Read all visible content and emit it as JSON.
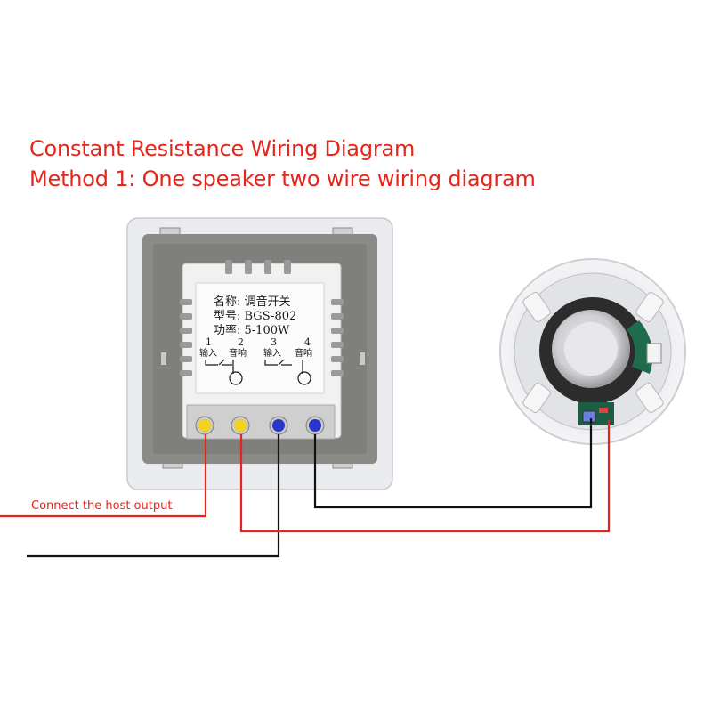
{
  "title": {
    "line1": "Constant Resistance Wiring Diagram",
    "line2": "Method 1: One speaker two wire wiring diagram"
  },
  "caption": "Connect the host output",
  "switch_label": {
    "name_line": "名称: 调音开关",
    "model_line": "型号: BGS-802",
    "power_line": "功率: 5-100W",
    "terminal_numbers": [
      "1",
      "2",
      "3",
      "4"
    ],
    "terminal_names": [
      "输入",
      "音响",
      "输入",
      "音响"
    ]
  },
  "colors": {
    "title": "#e5251c",
    "red_wire": "#e5251c",
    "black_wire": "#111111",
    "terminal_yellow": "#f2d21a",
    "terminal_blue": "#2a35c9",
    "plate": "#8a8a86",
    "frame": "#e9eaee"
  }
}
